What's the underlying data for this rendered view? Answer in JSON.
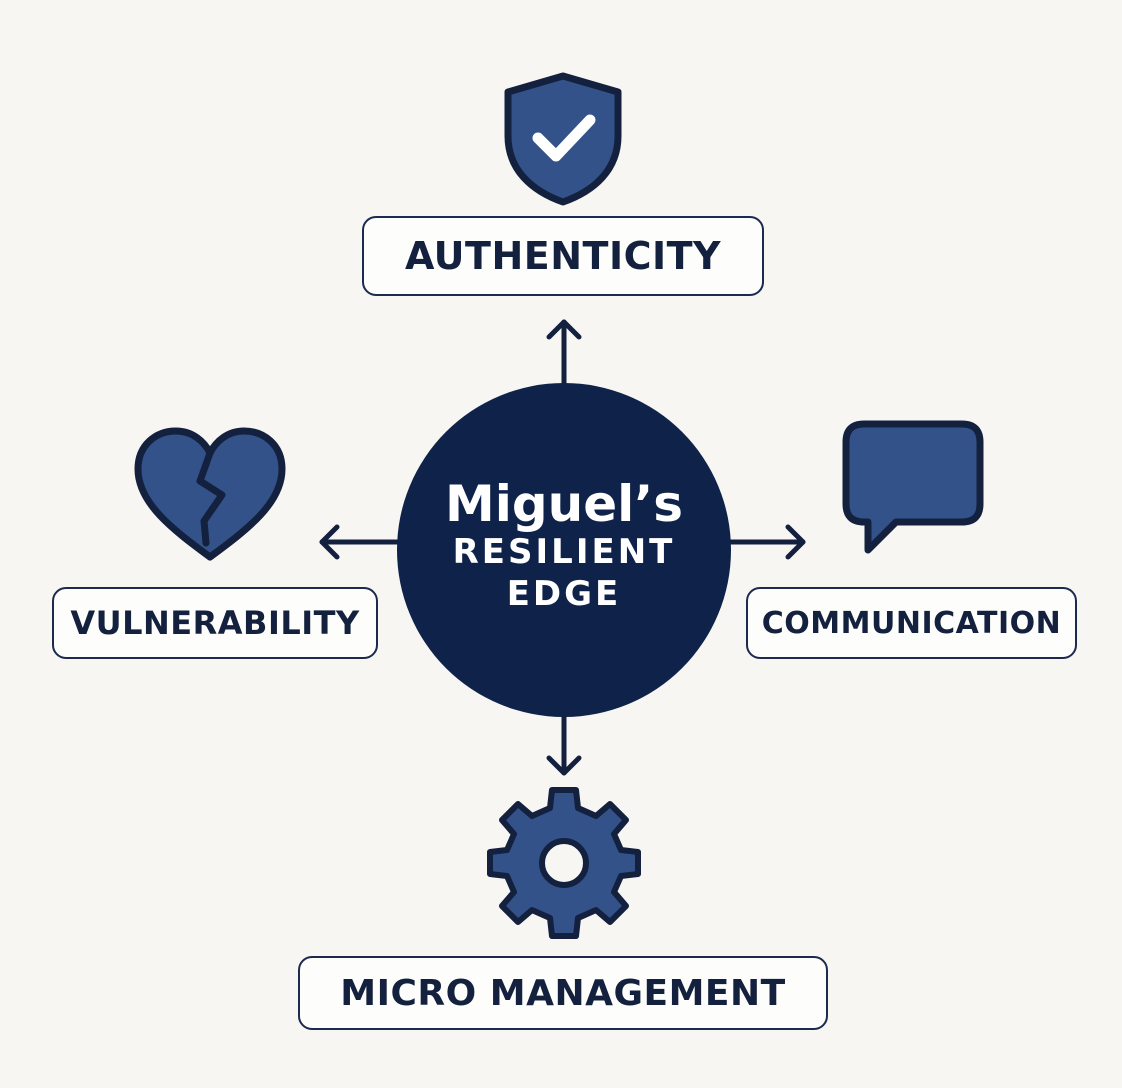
{
  "center": {
    "name": "Miguel’s",
    "line2": "RESILIENT",
    "line3": "EDGE"
  },
  "nodes": {
    "top": {
      "label": "AUTHENTICITY",
      "icon": "shield-check-icon"
    },
    "left": {
      "label": "VULNERABILITY",
      "icon": "broken-heart-icon"
    },
    "right": {
      "label": "COMMUNICATION",
      "icon": "speech-bubble-icon"
    },
    "bottom": {
      "label": "MICRO MANAGEMENT",
      "icon": "gear-icon"
    }
  },
  "colors": {
    "background": "#f7f6f3",
    "navy": "#0f2249",
    "icon_fill": "#34528a",
    "outline": "#13213f"
  }
}
